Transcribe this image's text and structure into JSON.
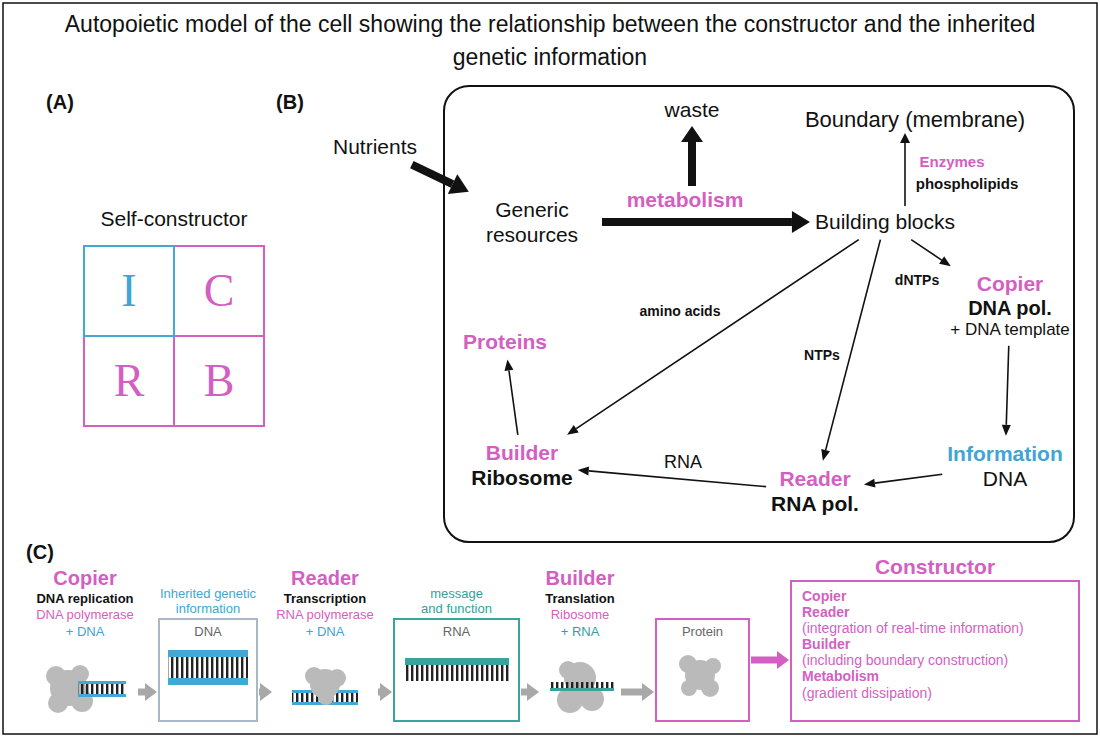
{
  "diagram": {
    "title": "Autopoietic model of the cell showing the relationship between the constructor and the inherited genetic information",
    "nodes": [
      {
        "text": [
          "Self-constructor"
        ]
      },
      {
        "text": [
          "I"
        ],
        "in": 0
      },
      {
        "text": [
          "C"
        ],
        "in": 0
      },
      {
        "text": [
          "R"
        ],
        "in": 0
      },
      {
        "text": [
          "B"
        ],
        "in": 0
      },
      {
        "text": [
          "Nutrients"
        ]
      },
      {
        "text": [
          "Boundary (membrane)"
        ]
      },
      {
        "text": [
          "Generic resources"
        ],
        "in": 6
      },
      {
        "text": [
          "Building blocks"
        ],
        "in": 6
      },
      {
        "text": [
          "Proteins"
        ],
        "in": 6
      },
      {
        "text": [
          "Copier",
          "DNA pol.",
          "+ DNA template"
        ],
        "in": 6
      },
      {
        "text": [
          "Builder",
          "Ribosome"
        ],
        "in": 6
      },
      {
        "text": [
          "Reader",
          "RNA pol."
        ],
        "in": 6
      },
      {
        "text": [
          "Information",
          "DNA"
        ],
        "in": 6
      },
      {
        "text": [
          "Copier",
          "DNA replication",
          "DNA polymerase",
          "+ DNA"
        ]
      },
      {
        "text": [
          "Inherited genetic information",
          "DNA"
        ]
      },
      {
        "text": [
          "Reader",
          "Transcription",
          "RNA polymerase",
          "+ DNA"
        ]
      },
      {
        "text": [
          "message and function",
          "RNA"
        ]
      },
      {
        "text": [
          "Builder",
          "Translation",
          "Ribosome",
          "+ RNA"
        ]
      },
      {
        "text": [
          "Protein"
        ]
      },
      {
        "text": [
          "Constructor",
          "Copier",
          "Reader",
          "(integration of real-time information)",
          "Builder",
          "(including boundary construction)",
          "Metabolism",
          "(gradient dissipation)"
        ]
      }
    ],
    "edges": [
      {
        "from": 5,
        "to": 7,
        "arrow": "to"
      },
      {
        "from": 7,
        "to": 8,
        "label": "metabolism",
        "arrow": "to"
      },
      {
        "from": 8,
        "to": 11,
        "label": "amino acids",
        "arrow": "to"
      },
      {
        "from": 8,
        "to": 12,
        "label": "NTPs",
        "arrow": "to"
      },
      {
        "from": 8,
        "to": 10,
        "label": "dNTPs",
        "arrow": "to"
      },
      {
        "from": 10,
        "to": 13,
        "arrow": "to"
      },
      {
        "from": 13,
        "to": 12,
        "arrow": "to"
      },
      {
        "from": 12,
        "to": 11,
        "label": "RNA",
        "arrow": "to"
      },
      {
        "from": 11,
        "to": 9,
        "arrow": "to"
      },
      {
        "from": 14,
        "to": 15,
        "arrow": "to"
      },
      {
        "from": 15,
        "to": 16,
        "arrow": "to"
      },
      {
        "from": 16,
        "to": 17,
        "arrow": "to"
      },
      {
        "from": 17,
        "to": 18,
        "arrow": "to"
      },
      {
        "from": 18,
        "to": 19,
        "arrow": "to"
      },
      {
        "from": 19,
        "to": 20,
        "arrow": "to"
      }
    ],
    "labels": [
      "(A)",
      "(B)",
      "(C)",
      "waste",
      "Enzymes",
      "phospholipids"
    ]
  }
}
